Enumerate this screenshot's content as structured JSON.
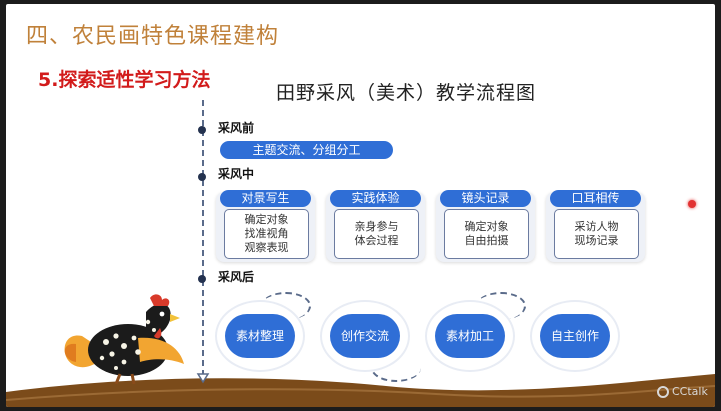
{
  "slide": {
    "main_title": "四、农民画特色课程建构",
    "sub_title": "5.探索适性学习方法",
    "flow_title": "田野采风（美术）教学流程图"
  },
  "phases": {
    "before": {
      "label": "采风前",
      "pill": "主题交流、分组分工"
    },
    "during": {
      "label": "采风中",
      "cards": [
        {
          "title": "对景写生",
          "body": "确定对象\n找准视角\n观察表现"
        },
        {
          "title": "实践体验",
          "body": "亲身参与\n体会过程"
        },
        {
          "title": "镜头记录",
          "body": "确定对象\n自由拍摄"
        },
        {
          "title": "口耳相传",
          "body": "采访人物\n现场记录"
        }
      ]
    },
    "after": {
      "label": "采风后",
      "steps": [
        "素材整理",
        "创作交流",
        "素材加工",
        "自主创作"
      ]
    }
  },
  "watermark": {
    "brand": "CCtalk"
  },
  "colors": {
    "title": "#c0813a",
    "subtitle": "#d21b1b",
    "accent_blue": "#2f6ed6",
    "ground": "#7b4b1a"
  }
}
